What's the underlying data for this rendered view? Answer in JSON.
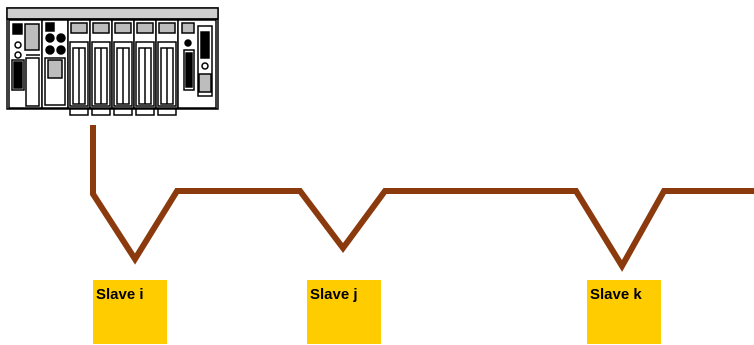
{
  "bus": {
    "line_color": "#8b3a0e"
  },
  "master": {
    "icon": "plc-rack-icon"
  },
  "slaves": [
    {
      "label": "Slave i"
    },
    {
      "label": "Slave j"
    },
    {
      "label": "Slave k"
    }
  ],
  "colors": {
    "slave_fill": "#ffcc00",
    "rack_stroke": "#000000"
  }
}
